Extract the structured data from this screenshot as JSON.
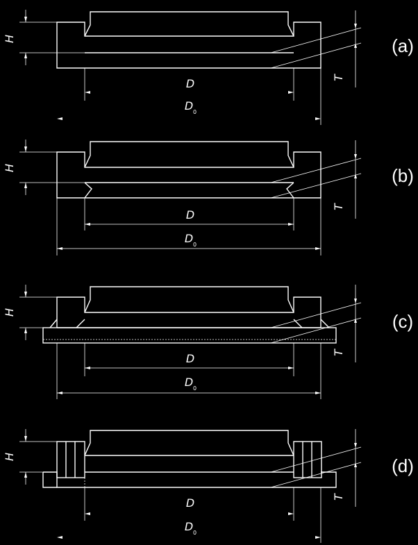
{
  "labels": {
    "height": "H",
    "thickness": "T",
    "diameter": "D",
    "outer_diameter_base": "D",
    "outer_diameter_sub": "0"
  },
  "variants": [
    {
      "id": "a",
      "tag": "(a)"
    },
    {
      "id": "b",
      "tag": "(b)"
    },
    {
      "id": "c",
      "tag": "(c)"
    },
    {
      "id": "d",
      "tag": "(d)"
    }
  ],
  "colors": {
    "background": "#000000",
    "line": "#ffffff"
  }
}
